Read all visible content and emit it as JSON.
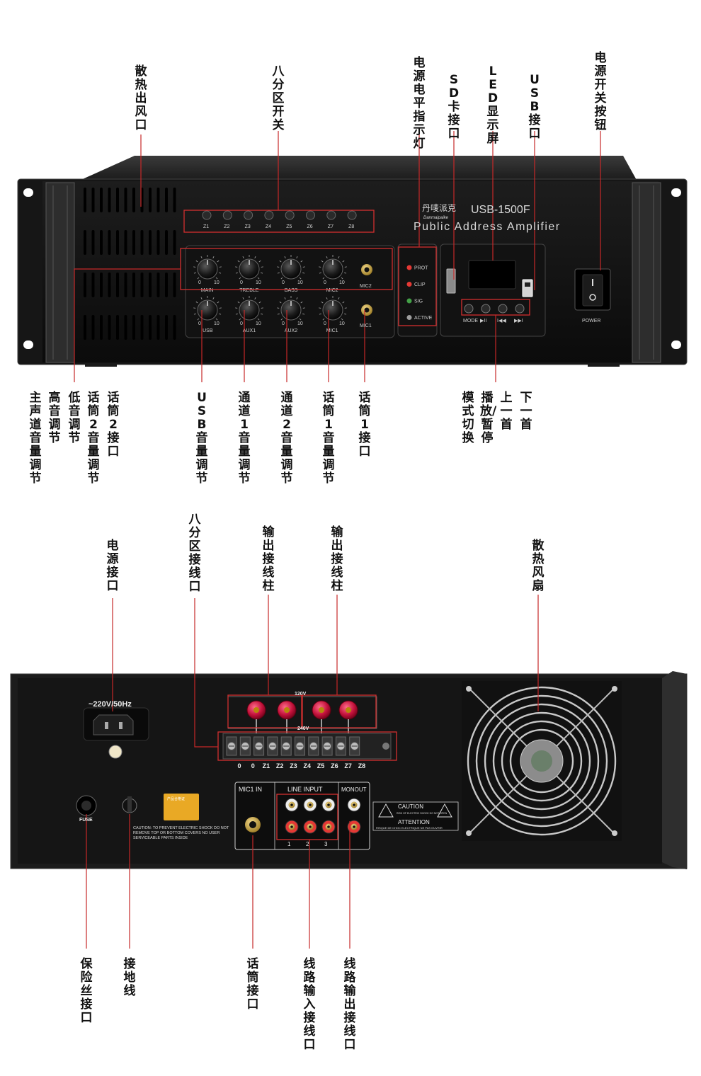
{
  "front": {
    "brand_cn": "丹唛派克",
    "brand_script": "Danmaipaike",
    "model": "USB-1500F",
    "subtitle": "Public Address Amplifier",
    "zones": [
      "Z1",
      "Z2",
      "Z3",
      "Z4",
      "Z5",
      "Z6",
      "Z7",
      "Z8"
    ],
    "knobs_top": [
      "MAIN",
      "TREBLE",
      "BASS",
      "MIC2"
    ],
    "knobs_bottom": [
      "USB",
      "AUX1",
      "AUX2",
      "MIC1"
    ],
    "knob_scale_min": "0",
    "knob_scale_max": "10",
    "jack_top": "MIC2",
    "jack_bottom": "MIC1",
    "leds": [
      "PROT",
      "CLIP",
      "SIG",
      "ACTIVE"
    ],
    "player_buttons": [
      "MODE",
      "▶II",
      "I◀◀",
      "▶▶I"
    ],
    "power_label": "POWER"
  },
  "front_labels": {
    "vent": "散热出风口",
    "zone_switch": "八分区开关",
    "level_led": "电源电平指示灯",
    "sd": "SD卡接口",
    "led_screen": "LED显示屏",
    "usb": "USB接口",
    "power_switch": "电源开关按钮",
    "main_vol": "主声道音量调节",
    "treble": "高音调节",
    "bass": "低音调节",
    "mic2_vol": "话筒2音量调节",
    "mic2_jack": "话筒2接口",
    "usb_vol": "USB音量调节",
    "ch1_vol": "通道1音量调节",
    "ch2_vol": "通道2音量调节",
    "mic1_vol": "话筒1音量调节",
    "mic1_jack": "话筒1接口",
    "mode": "模式切换",
    "play": "播放/暂停",
    "prev": "上一首",
    "next": "下一首"
  },
  "rear": {
    "ac_label": "~220V/50Hz",
    "v120": "120V",
    "v240": "240V",
    "terminals": [
      "0",
      "0",
      "Z1",
      "Z2",
      "Z3",
      "Z4",
      "Z5",
      "Z6",
      "Z7",
      "Z8"
    ],
    "mic_in": "MIC1 IN",
    "line_input": "LINE INPUT",
    "monout": "MONOUT",
    "line_nums": [
      "1",
      "2",
      "3"
    ],
    "fuse": "FUSE",
    "caution_text": "CAUTION: TO PREVENT ELECTRIC SHOCK DO NOT REMOVE TOP OR BOTTOM COVERS NO USER SERVICEABLE PARTS INSIDE",
    "caution_label": "CAUTION",
    "caution_sub": "RISK OF ELECTRIC SHOCK DO NOT OPEN",
    "attention_label": "ATTENTION",
    "attention_sub": "RISQUE DE CHOC ELECTRIQUE NE PAS OUVRIR",
    "sticker_title": "产品合格证"
  },
  "rear_labels": {
    "power_in": "电源接口",
    "zone_terminal": "八分区接线口",
    "out_post_1": "输出接线柱",
    "out_post_2": "输出接线柱",
    "fan": "散热风扇",
    "fuse": "保险丝接口",
    "ground": "接地线",
    "mic": "话筒接口",
    "line_in": "线路输入接线口",
    "line_out": "线路输出接线口"
  }
}
